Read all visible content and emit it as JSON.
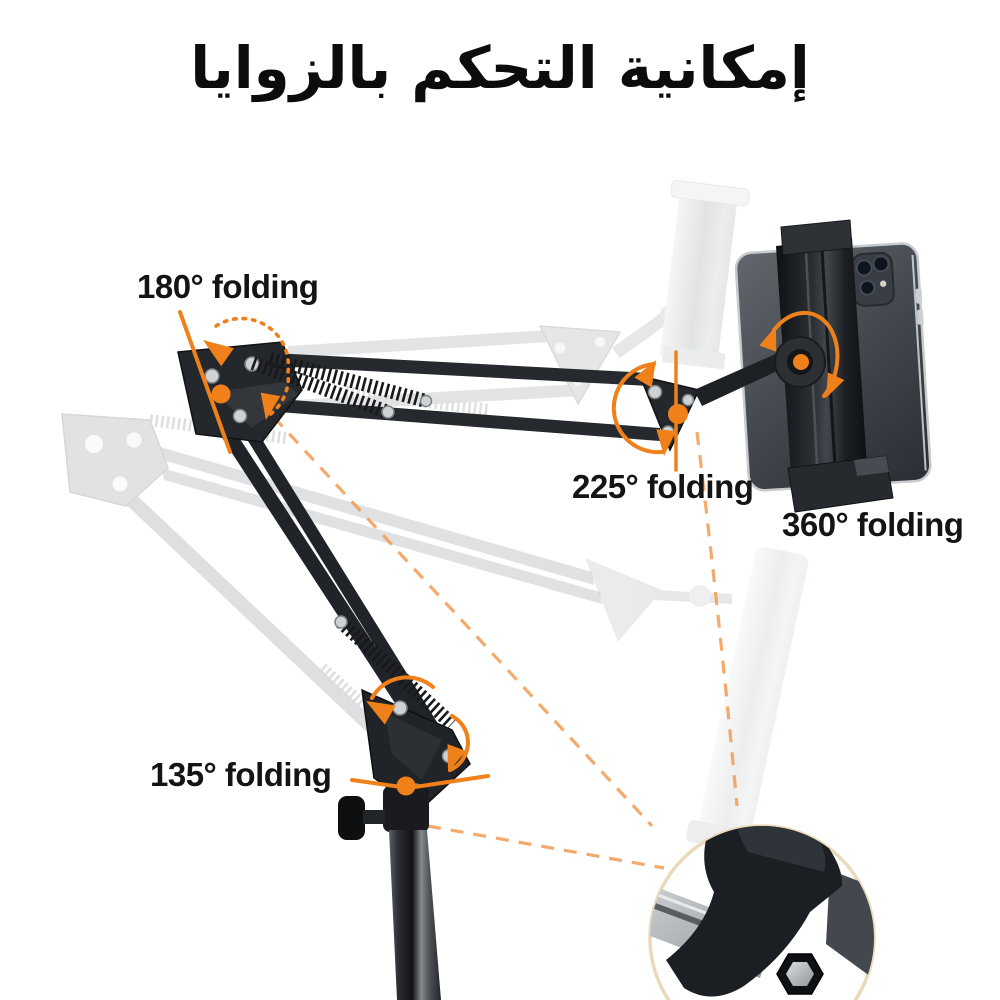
{
  "title": "إمكانية التحكم بالزوايا",
  "annotations": {
    "fold180": {
      "label": "180° folding"
    },
    "fold225": {
      "label": "225° folding"
    },
    "fold360": {
      "label": "360° folding"
    },
    "fold135": {
      "label": "135° folding"
    }
  },
  "icons": {
    "fold_arc": "orange curved rotation arrow",
    "joint_dot": "orange pivot dot",
    "callout_line": "orange dashed pointer line",
    "detail_inset": "magnified joint close-up circle"
  },
  "colors": {
    "accent": "#F08019",
    "accent_soft": "#F29B52",
    "text": "#141414",
    "inset_border": "#EBD9BA",
    "background": "#FFFFFF"
  }
}
